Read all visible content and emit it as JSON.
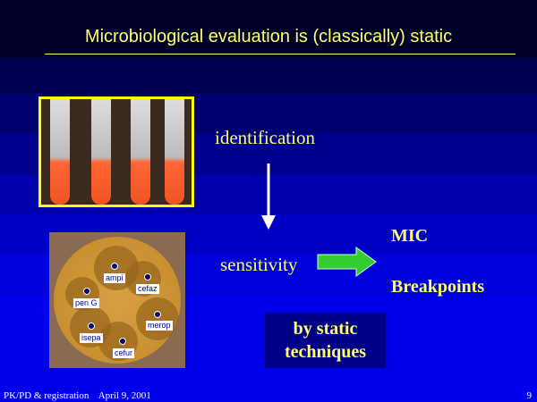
{
  "slide": {
    "title": "Microbiological evaluation is (classically) static",
    "identification": "identification",
    "sensitivity": "sensitivity",
    "mic": "MIC",
    "breakpoints": "Breakpoints",
    "static_box": [
      "by static",
      "techniques"
    ],
    "disk_labels": [
      "ampi",
      "cefaz",
      "pen G",
      "merop",
      "isepa",
      "cefur"
    ],
    "footer": "PK/PD & registration    April 9, 2001",
    "page_number": "9"
  }
}
